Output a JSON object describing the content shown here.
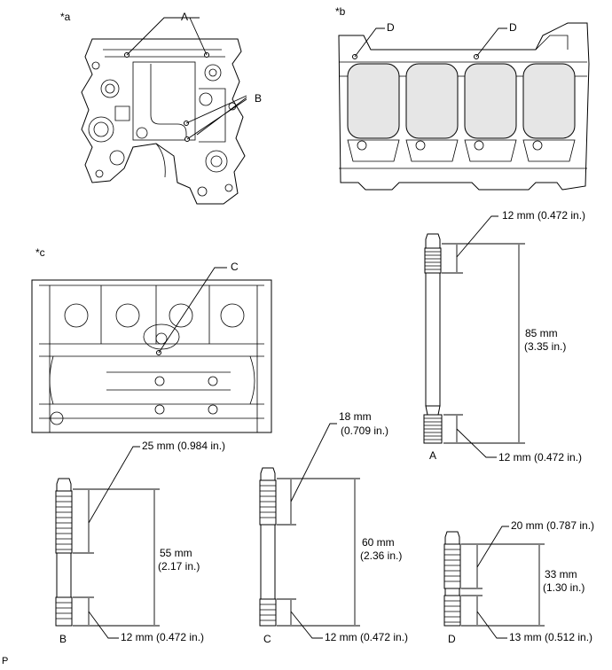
{
  "views": {
    "a": "*a",
    "b": "*b",
    "c": "*c"
  },
  "callouts": {
    "A": "A",
    "B": "B",
    "C": "C",
    "D": "D"
  },
  "bolts": {
    "A": {
      "label": "A",
      "top_thread": "12 mm (0.472 in.)",
      "length_mm": "85 mm",
      "length_in": "(3.35 in.)",
      "bottom_thread": "12 mm (0.472 in.)"
    },
    "B": {
      "label": "B",
      "top_thread": "25 mm (0.984 in.)",
      "length_mm": "55 mm",
      "length_in": "(2.17 in.)",
      "bottom_thread": "12 mm (0.472 in.)"
    },
    "C": {
      "label": "C",
      "top_thread_mm": "18 mm",
      "top_thread_in": "(0.709 in.)",
      "length_mm": "60 mm",
      "length_in": "(2.36 in.)",
      "bottom_thread": "12 mm (0.472 in.)"
    },
    "D": {
      "label": "D",
      "top_thread": "20 mm (0.787 in.)",
      "length_mm": "33 mm",
      "length_in": "(1.30 in.)",
      "bottom_thread": "13 mm (0.512 in.)"
    }
  },
  "footer_mark": "P"
}
